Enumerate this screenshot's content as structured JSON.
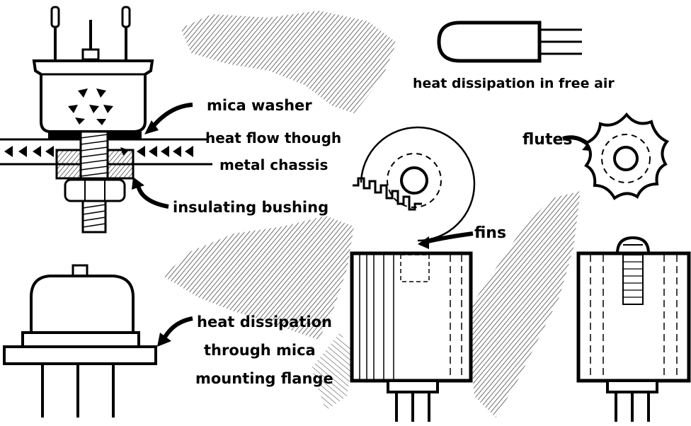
{
  "labels": {
    "free_air": "heat dissipation in free air",
    "mica_washer": "mica washer",
    "heat_flow_1": "heat flow though",
    "heat_flow_2": "metal chassis",
    "insulating_bushing": "insulating bushing",
    "flange_1": "heat dissipation",
    "flange_2": "through mica",
    "flange_3": "mounting flange",
    "fins": "fins",
    "flutes": "flutes"
  },
  "colors": {
    "ink": "#000000",
    "paper": "#ffffff",
    "hatch": "#222222"
  }
}
